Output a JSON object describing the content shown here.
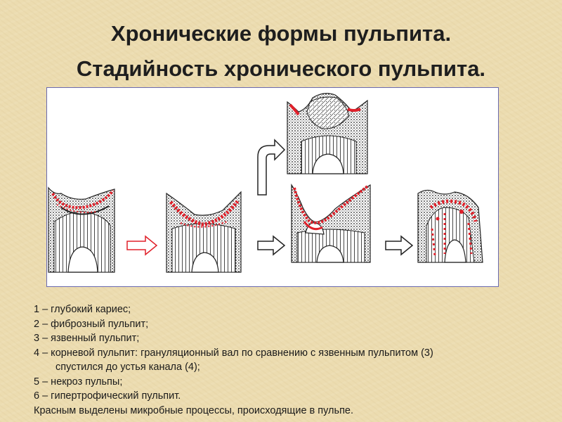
{
  "title_line1": "Хронические формы пульпита.",
  "title_line2": "Стадийность хронического пульпита.",
  "legend": {
    "item1": "1 – глубокий кариес;",
    "item2": "2 – фиброзный пульпит;",
    "item3": "3 – язвенный пульпит;",
    "item4_line1": "4 – корневой пульпит: грануляционный вал по сравнению с язвенным пульпитом (3)",
    "item4_line2": "спустился до устья канала (4);",
    "item5": "5 – некроз пульпы;",
    "item6": "6 – гипертрофический пульпит.",
    "note": "Красным выделены микробные процессы, происходящие в пульпе."
  },
  "colors": {
    "microbial": "#e0202a",
    "tissue": "#222222",
    "panel_border": "#6a6ab0",
    "background": "#ecdcb0"
  }
}
